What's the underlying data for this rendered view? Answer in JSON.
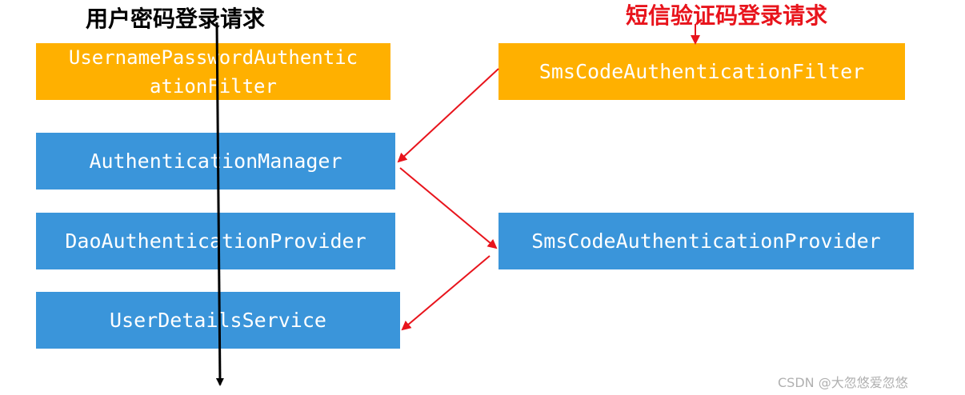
{
  "titles": {
    "left": "用户密码登录请求",
    "right": "短信验证码登录请求"
  },
  "boxes": {
    "upaf_line1": "UsernamePasswordAuthentic",
    "upaf_line2": "ationFilter",
    "scaf": "SmsCodeAuthenticationFilter",
    "am": "AuthenticationManager",
    "dap": "DaoAuthenticationProvider",
    "scap": "SmsCodeAuthenticationProvider",
    "uds": "UserDetailsService"
  },
  "watermark": "CSDN @大忽悠爱忽悠",
  "colors": {
    "orange": "#ffb000",
    "blue": "#3a95da",
    "red_arrow": "#e8141c",
    "black_arrow": "#000000"
  }
}
